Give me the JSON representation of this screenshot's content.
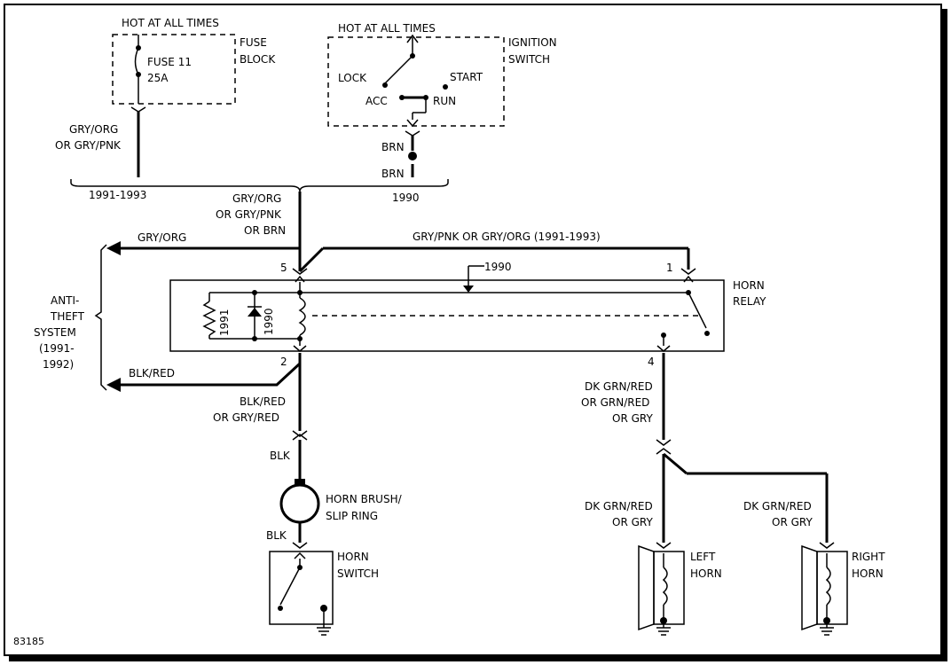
{
  "labels": {
    "hot_fuse": "HOT AT ALL TIMES",
    "hot_ign": "HOT AT ALL TIMES",
    "fuse_block_1": "FUSE",
    "fuse_block_2": "BLOCK",
    "fuse_11": "FUSE 11",
    "fuse_amp": "25A",
    "ignition_1": "IGNITION",
    "ignition_2": "SWITCH",
    "lock": "LOCK",
    "start": "START",
    "acc": "ACC",
    "run": "RUN",
    "brn_1": "BRN",
    "brn_2": "BRN",
    "gryorg_top_1": "GRY/ORG",
    "gryorg_top_2": "OR GRY/PNK",
    "year_left": "1991-1993",
    "year_right": "1990",
    "feed_1": "GRY/ORG",
    "feed_2": "OR GRY/PNK",
    "feed_3": "OR BRN",
    "gryorg_left": "GRY/ORG",
    "gry_pnk_top": "GRY/PNK OR GRY/ORG   (1991-1993)",
    "pin_5": "5",
    "pin_1": "1",
    "pin_2": "2",
    "pin_4": "4",
    "year_1990_arrow": "1990",
    "relay_1": "HORN",
    "relay_2": "RELAY",
    "resistor_year": "1991",
    "diode_year": "1990",
    "anti_1": "ANTI-",
    "anti_2": "THEFT",
    "anti_3": "SYSTEM",
    "anti_4": "(1991-",
    "anti_5": "1992)",
    "blkred_left": "BLK/RED",
    "blkred_1": "BLK/RED",
    "blkred_2": "OR GRY/RED",
    "blk_1": "BLK",
    "horn_brush_1": "HORN BRUSH/",
    "horn_brush_2": "SLIP RING",
    "blk_2": "BLK",
    "horn_switch_1": "HORN",
    "horn_switch_2": "SWITCH",
    "dkgrn_1": "DK GRN/RED",
    "dkgrn_2": "OR GRN/RED",
    "dkgrn_3": "OR GRY",
    "left_wire_1": "DK GRN/RED",
    "left_wire_2": "OR GRY",
    "right_wire_1": "DK GRN/RED",
    "right_wire_2": "OR GRY",
    "left_horn_1": "LEFT",
    "left_horn_2": "HORN",
    "right_horn_1": "RIGHT",
    "right_horn_2": "HORN",
    "figure_id": "83185"
  }
}
